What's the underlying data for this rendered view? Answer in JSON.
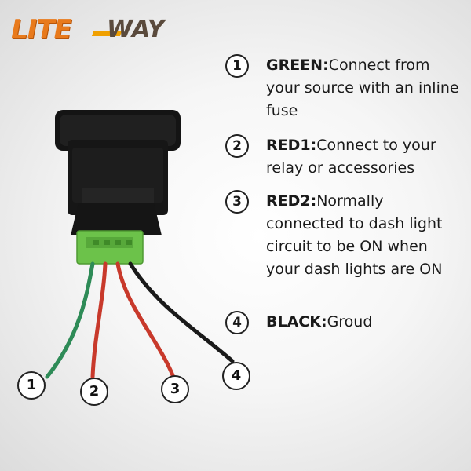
{
  "logo": {
    "part1": "LITE",
    "part2": "WAY"
  },
  "items": [
    {
      "number": "1",
      "label": "GREEN:",
      "text": "Connect from your source with an inline fuse"
    },
    {
      "number": "2",
      "label": "RED1:",
      "text": "Connect to your relay or accessories"
    },
    {
      "number": "3",
      "label": "RED2:",
      "text": "Normally connected to dash light circuit to be ON when your dash lights are ON"
    },
    {
      "number": "4",
      "label": "BLACK:",
      "text": "Groud"
    }
  ],
  "wire_labels": [
    "1",
    "2",
    "3",
    "4"
  ],
  "colors": {
    "green_wire": "#2e8b57",
    "red_wire": "#c8392b",
    "black_wire": "#1a1a1a",
    "connector": "#6cc24a",
    "switch_body": "#151515"
  }
}
